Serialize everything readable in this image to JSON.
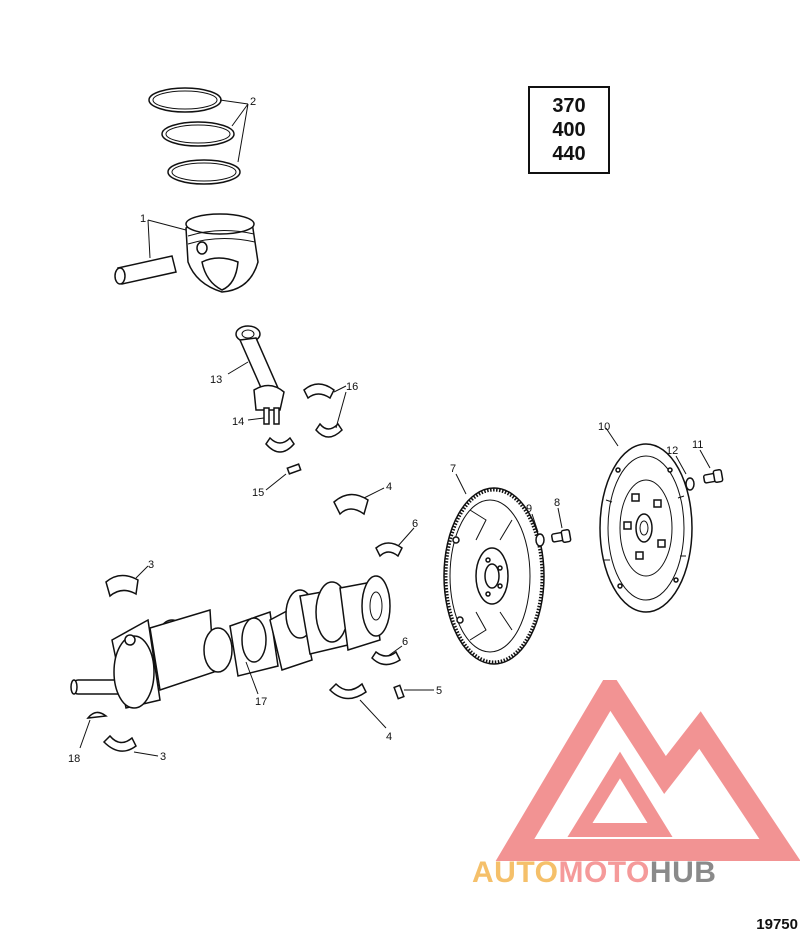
{
  "model_box": {
    "lines": [
      "370",
      "400",
      "440"
    ]
  },
  "callouts": {
    "c1": "1",
    "c2": "2",
    "c3a": "3",
    "c3b": "3",
    "c4a": "4",
    "c4b": "4",
    "c5": "5",
    "c6a": "6",
    "c6b": "6",
    "c7": "7",
    "c8": "8",
    "c9": "9",
    "c10": "10",
    "c11": "11",
    "c12": "12",
    "c13": "13",
    "c14": "14",
    "c15": "15",
    "c16": "16",
    "c17": "17",
    "c18": "18"
  },
  "figure_number": "19750",
  "watermark": {
    "part1": "AUTO",
    "part2": "MOTO",
    "part3": "HUB",
    "colors": {
      "auto": "#f5c06a",
      "moto": "#f59a9a",
      "hub": "#8a8a8a",
      "logo": "#f08080"
    }
  },
  "icons": [
    "piston-icon",
    "piston-ring-icon",
    "connecting-rod-icon",
    "bearing-shell-icon",
    "crankshaft-icon",
    "flywheel-icon",
    "coupler-disc-icon",
    "bolt-icon",
    "washer-icon"
  ]
}
